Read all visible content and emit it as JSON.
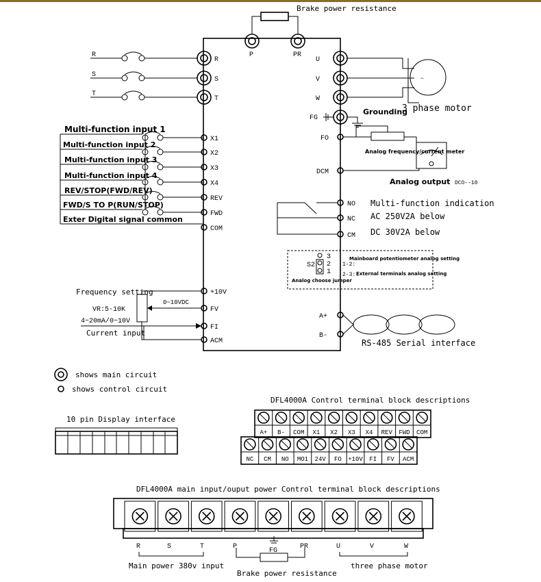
{
  "diagram": {
    "brake_top": "Brake power resistance",
    "brake_terminals": [
      "P",
      "PR"
    ],
    "mains_inputs": [
      "R",
      "S",
      "T"
    ],
    "motor_terminals": [
      "U",
      "V",
      "W"
    ],
    "fg": "FG",
    "grounding": "Grounding",
    "motor": "3 phase motor",
    "fo": "FO",
    "dcm": "DCM",
    "meter": "Analog frequency/current meter",
    "analog_output": "Analog output",
    "analog_output_range": "DCO--10",
    "inputs": [
      {
        "label": "Multi-function input 1",
        "terminal": "X1"
      },
      {
        "label": "Multi-function input 2",
        "terminal": "X2"
      },
      {
        "label": "Multi-function input 3",
        "terminal": "X3"
      },
      {
        "label": "Multi-function input 4",
        "terminal": "X4"
      },
      {
        "label": "REV/STOP(FWD/REV)",
        "terminal": "REV"
      },
      {
        "label": "FWD/S TO P(RUN/STOP)",
        "terminal": "FWD"
      },
      {
        "label": "Exter Digital signal common",
        "terminal": "COM"
      }
    ],
    "relay_terminals": [
      "NO",
      "NC",
      "CM"
    ],
    "mf_indication": "Multi-function indication",
    "ac_rating": "AC 250V2A below",
    "dc_rating": "DC 30V2A below",
    "jumper": {
      "name": "S2",
      "pins": [
        "3",
        "2",
        "1"
      ],
      "caption": "Analog choose jumper",
      "opt12_key": "1-2:",
      "opt12_text": "Mainboard potentiometer analog setting",
      "opt23_key": "2-3::",
      "opt23_text": "External terminals analog setting"
    },
    "freq_setting": "Frequency setting",
    "vr": "VR:5-10K",
    "vdc": "0~10VDC",
    "current_range": "4~20mA/0~10V",
    "current_input": "Current input",
    "analog_terminals": [
      "+10V",
      "FV",
      "FI",
      "ACM"
    ],
    "rs485_terminals": [
      "A+",
      "B-"
    ],
    "rs485": "RS-485 Serial interface"
  },
  "legend": {
    "main": "shows main circuit",
    "control": "shows control circuit"
  },
  "display_interface": "10 pin Display interface",
  "control_block": {
    "title": "DFL4000A Control terminal block descriptions",
    "row1": [
      "A+",
      "B-",
      "COM",
      "X1",
      "X2",
      "X3",
      "X4",
      "REV",
      "FWD",
      "COM"
    ],
    "row2": [
      "NC",
      "CM",
      "NO",
      "MO1",
      "24V",
      "FO",
      "+10V",
      "FI",
      "FV",
      "ACM"
    ]
  },
  "power_block": {
    "title": "DFL4000A main input/ouput power Control terminal block descriptions",
    "labels": [
      "R",
      "S",
      "T",
      "P",
      "PR",
      "U",
      "V",
      "W"
    ],
    "fg": "FG",
    "main_power": "Main power 380v input",
    "brake": "Brake power resistance",
    "three_phase": "three phase motor"
  }
}
